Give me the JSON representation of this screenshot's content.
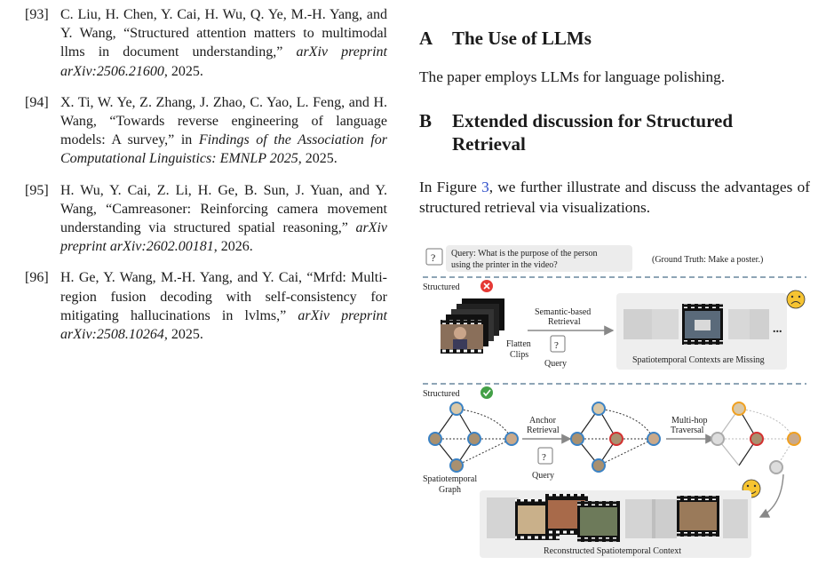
{
  "references": [
    {
      "num": "[93]",
      "plain": "C. Liu, H. Chen, Y. Cai, H. Wu, Q. Ye, M.-H. Yang, and Y. Wang, “Structured attention matters to multimodal llms in document understanding,” ",
      "italic": "arXiv preprint arXiv:2506.21600",
      "tail": ", 2025."
    },
    {
      "num": "[94]",
      "plain": "X. Ti, W. Ye, Z. Zhang, J. Zhao, C. Yao, L. Feng, and H. Wang, “Towards reverse engineering of language models: A survey,” in ",
      "italic": "Findings of the Association for Computational Linguistics: EMNLP 2025",
      "tail": ", 2025."
    },
    {
      "num": "[95]",
      "plain": "H. Wu, Y. Cai, Z. Li, H. Ge, B. Sun, J. Yuan, and Y. Wang, “Camreasoner: Reinforcing camera movement understanding via structured spatial reasoning,” ",
      "italic": "arXiv preprint arXiv:2602.00181",
      "tail": ", 2026."
    },
    {
      "num": "[96]",
      "plain": "H. Ge, Y. Wang, M.-H. Yang, and Y. Cai, “Mrfd: Multi-region fusion decoding with self-consistency for mitigating hallucinations in lvlms,” ",
      "italic": "arXiv preprint arXiv:2508.10264",
      "tail": ", 2025."
    }
  ],
  "section_a": {
    "letter": "A",
    "title": "The Use of LLMs",
    "body": "The paper employs LLMs for language polishing."
  },
  "section_b": {
    "letter": "B",
    "title": "Extended discussion for Structured Retrieval",
    "body_pre": "In Figure ",
    "body_ref": "3",
    "body_post": ", we further illustrate and discuss the advantages of structured retrieval via visualizations."
  },
  "figure": {
    "query": "Query: What is the purpose of the person using the printer in the video?",
    "query_line1": "Query: What is the purpose of the person",
    "query_line2": "using the printer in the video?",
    "ground_truth": "(Ground Truth: Make a poster.)",
    "top_label": "Structured",
    "semantic_line1": "Semantic-based",
    "semantic_line2": "Retrieval",
    "flatten_line1": "Flatten",
    "flatten_line2": "Clips",
    "query_label": "Query",
    "missing_caption": "Spatiotemporal Contexts are Missing",
    "ellipsis": "...",
    "bottom_label": "Structured",
    "anchor_line1": "Anchor",
    "anchor_line2": "Retrieval",
    "multihop_line1": "Multi-hop",
    "multihop_line2": "Traversal",
    "graph_line1": "Spatiotemporal",
    "graph_line2": "Graph",
    "query_label2": "Query",
    "reconstructed_caption": "Reconstructed Spatiotemporal Context",
    "colors": {
      "wrong": "#e53935",
      "right": "#43a047",
      "node_blue": "#3b82c4",
      "node_red": "#d32f2f",
      "node_orange": "#f0a020",
      "dashed_line": "#4a6f8a",
      "panel": "#eeeeee",
      "smiley": "#f6c432"
    },
    "icons": [
      "query-icon",
      "wrong-icon",
      "check-icon",
      "sad-face-icon",
      "happy-face-icon"
    ]
  }
}
